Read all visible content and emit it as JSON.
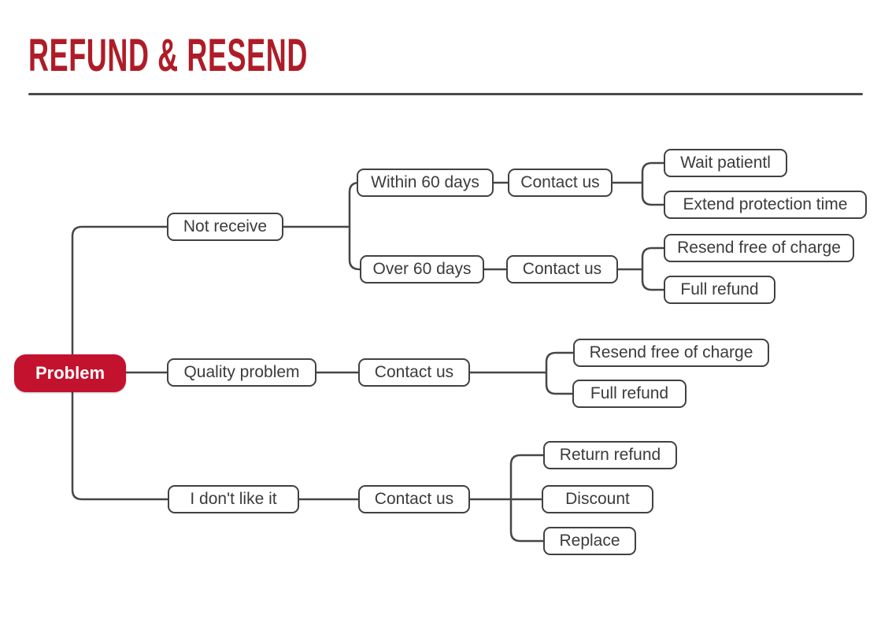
{
  "header": {
    "title": "REFUND & RESEND"
  },
  "colors": {
    "title_red": "#ae1c27",
    "root_node_red": "#c3122e",
    "connector_gray": "#464646",
    "node_border_gray": "#414141",
    "node_text": "#3b3b3b",
    "background": "#ffffff"
  },
  "tree": {
    "root": {
      "label": "Problem"
    },
    "branches": [
      {
        "label": "Not receive",
        "cases": [
          {
            "label": "Within 60 days",
            "action": "Contact us",
            "outcomes": [
              {
                "label": "Wait patientl"
              },
              {
                "label": "Extend protection time"
              }
            ]
          },
          {
            "label": "Over 60 days",
            "action": "Contact us",
            "outcomes": [
              {
                "label": "Resend free of charge"
              },
              {
                "label": "Full refund"
              }
            ]
          }
        ]
      },
      {
        "label": "Quality problem",
        "action": "Contact us",
        "outcomes": [
          {
            "label": "Resend free of charge"
          },
          {
            "label": "Full refund"
          }
        ]
      },
      {
        "label": "I don't like it",
        "action": "Contact us",
        "outcomes": [
          {
            "label": "Return refund"
          },
          {
            "label": "Discount"
          },
          {
            "label": "Replace"
          }
        ]
      }
    ]
  }
}
